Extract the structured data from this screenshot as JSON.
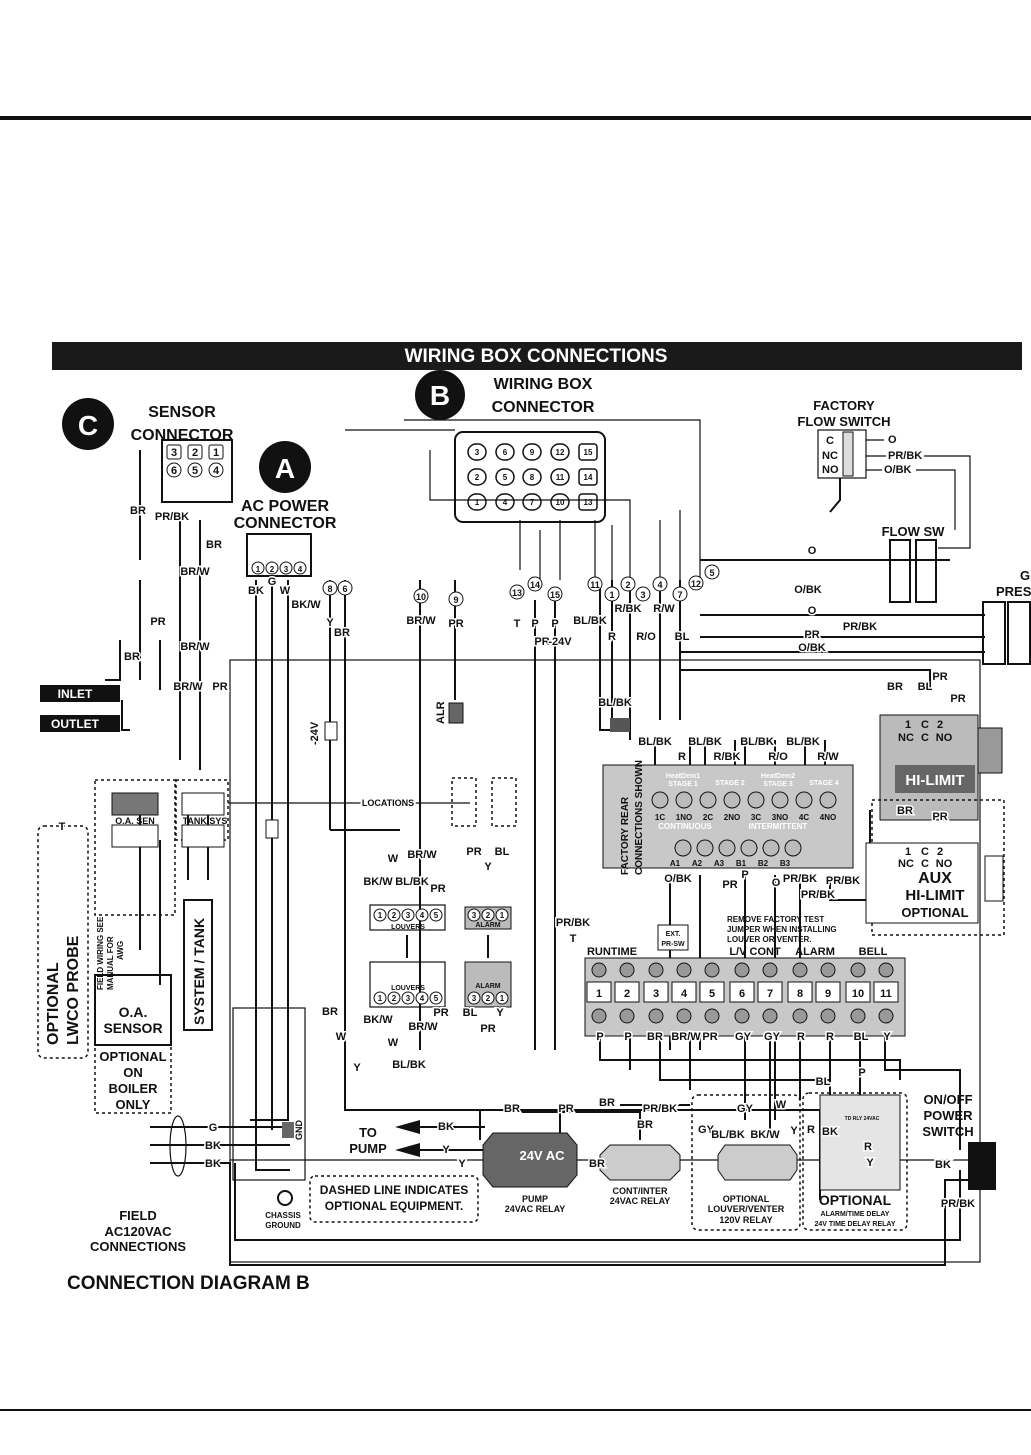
{
  "header": {
    "title": "WIRING BOX CONNECTIONS",
    "footer": "CONNECTION DIAGRAM B"
  },
  "connectors": {
    "a": {
      "letter": "A",
      "line1": "AC POWER",
      "line2": "CONNECTOR"
    },
    "b": {
      "letter": "B",
      "line1": "WIRING BOX",
      "line2": "CONNECTOR"
    },
    "c": {
      "letter": "C",
      "line1": "SENSOR",
      "line2": "CONNECTOR"
    }
  },
  "flow_switch": {
    "title1": "FACTORY",
    "title2": "FLOW SWITCH",
    "c": "C",
    "nc": "NC",
    "no": "NO",
    "o": "O",
    "prbk": "PR/BK",
    "obk": "O/BK",
    "flow_sw": "FLOW SW",
    "g": "G",
    "pres": "PRES"
  },
  "labels": {
    "inlet": "INLET",
    "outlet": "OUTLET",
    "locations": "LOCATIONS",
    "factory_rear1": "FACTORY REAR",
    "factory_rear2": "CONNECTIONS SHOWN",
    "continuous": "CONTINUOUS",
    "intermittent": "INTERMITTENT",
    "remove1": "REMOVE FACTORY TEST",
    "remove2": "JUMPER WHEN INSTALLING",
    "remove3": "LOUVER OR VENTER.",
    "ext1": "EXT.",
    "ext2": "PR-SW",
    "runtime": "RUNTIME",
    "lvcont": "L/V CONT",
    "alarm": "ALARM",
    "bell": "BELL",
    "hilimit": "HI-LIMIT",
    "aux": "AUX",
    "aux_hilimit": "HI-LIMIT",
    "aux_optional": "OPTIONAL",
    "oa_sen": "O.A. SEN",
    "tank_sys": "TANK/SYS",
    "lwco1": "OPTIONAL",
    "lwco2": "LWCO PROBE",
    "field_wiring1": "FIELD WIRING SEE",
    "field_wiring2": "MANUAL FOR",
    "field_wiring3": "AWG",
    "oa_sensor1": "O.A.",
    "oa_sensor2": "SENSOR",
    "opt_boiler1": "OPTIONAL",
    "opt_boiler2": "ON",
    "opt_boiler3": "BOILER",
    "opt_boiler4": "ONLY",
    "system_tank": "SYSTEM / TANK",
    "louvers": "LOUVERS",
    "alarm_plug": "ALARM",
    "alr": "ALR",
    "minus24v": "-24V",
    "gnd": "GND",
    "to_pump1": "TO",
    "to_pump2": "PUMP",
    "ac24": "24V AC",
    "pump_relay1": "PUMP",
    "pump_relay2": "24VAC RELAY",
    "cont_relay1": "CONT/INTER",
    "cont_relay2": "24VAC RELAY",
    "lv_relay1": "OPTIONAL",
    "lv_relay2": "LOUVER/VENTER",
    "lv_relay3": "120V RELAY",
    "td_relay1": "OPTIONAL",
    "td_relay2": "ALARM/TIME DELAY",
    "td_relay3": "24V TIME DELAY RELAY",
    "td_rly": "TD RLY 24VAC",
    "onoff1": "ON/OFF",
    "onoff2": "POWER",
    "onoff3": "SWITCH",
    "dashed1": "DASHED LINE INDICATES",
    "dashed2": "OPTIONAL EQUIPMENT.",
    "chassis1": "CHASSIS",
    "chassis2": "GROUND",
    "field1": "FIELD",
    "field2": "AC120VAC",
    "field3": "CONNECTIONS"
  },
  "stages": [
    "HeatDem1 STAGE 1",
    "STAGE 2",
    "HeatDem2 STAGE 3",
    "STAGE 4"
  ],
  "relay_terms": [
    "1C",
    "1NO",
    "2C",
    "2NO",
    "3C",
    "3NO",
    "4C",
    "4NO"
  ],
  "ab_terms": [
    "A1",
    "A2",
    "A3",
    "B1",
    "B2",
    "B3"
  ],
  "terminal_numbers": [
    "1",
    "2",
    "3",
    "4",
    "5",
    "6",
    "7",
    "8",
    "9",
    "10",
    "11"
  ],
  "wb_pins": [
    "3",
    "6",
    "9",
    "12",
    "15",
    "2",
    "5",
    "8",
    "11",
    "14",
    "1",
    "4",
    "7",
    "10",
    "13"
  ],
  "sensor_pins": [
    "3",
    "2",
    "1",
    "6",
    "5",
    "4"
  ],
  "ac_pins": [
    "1",
    "2",
    "3",
    "4"
  ],
  "plug_pins": [
    "1",
    "2",
    "3",
    "4",
    "5"
  ],
  "alarm_pins": [
    "3",
    "2",
    "1"
  ],
  "hilimit_terms": {
    "t1": "1",
    "c": "C",
    "t2": "2",
    "nc": "NC",
    "c2": "C",
    "no": "NO"
  },
  "wires": [
    "BR",
    "PR/BK",
    "BR/W",
    "PR",
    "BR",
    "BR",
    "BR/W",
    "BR/W",
    "BK",
    "G",
    "W",
    "BK/W",
    "Y",
    "BR",
    "BR/W",
    "PR",
    "T",
    "P",
    "P",
    "BL/BK",
    "R",
    "R/BK",
    "R/O",
    "R/W",
    "BL",
    "O",
    "O/BK",
    "O",
    "PR",
    "O/BK",
    "PR/BK",
    "PR",
    "BR",
    "BL",
    "PR",
    "BL/BK",
    "BR",
    "PR",
    "BL/BK",
    "R",
    "BL/BK",
    "R/BK",
    "BL/BK",
    "R/O",
    "BL/BK",
    "R/W",
    "O/BK",
    "PR",
    "P",
    "O",
    "PR/BK",
    "PR/BK",
    "PR/BK",
    "P",
    "P",
    "BR",
    "BR/W",
    "PR",
    "GY",
    "GY",
    "R",
    "R",
    "BL",
    "Y",
    "W",
    "BK/W",
    "BR/W",
    "BL/BK",
    "PR",
    "PR",
    "BL",
    "Y",
    "BK/W",
    "W",
    "BR/W",
    "BL/BK",
    "PR",
    "BL",
    "Y",
    "PR",
    "Y",
    "BR",
    "W",
    "G",
    "BK",
    "BK",
    "BK",
    "Y",
    "Y",
    "BR",
    "BR",
    "PR",
    "BR",
    "PR/BK",
    "BR",
    "GY",
    "GY",
    "BL/BK",
    "BK/W",
    "W",
    "Y",
    "R",
    "BL",
    "P",
    "R",
    "Y",
    "BK",
    "BK",
    "PR/BK",
    "PR/BK",
    "T",
    "T",
    "PR",
    "PR",
    "-24V"
  ],
  "wire_nums": [
    "8",
    "6",
    "10",
    "9",
    "13",
    "14",
    "15",
    "11",
    "1",
    "2",
    "3",
    "4",
    "7",
    "12",
    "5"
  ]
}
